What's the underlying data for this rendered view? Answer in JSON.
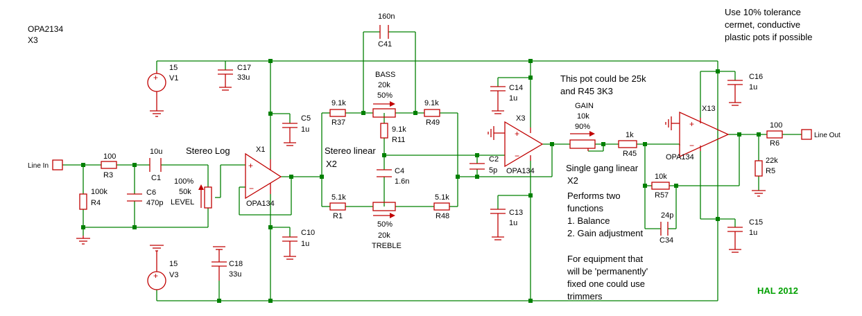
{
  "opamp_type": "OPA2134",
  "opamp_count": "X3",
  "tolerance_note": [
    "Use 10% tolerance",
    "cermet, conductive",
    "plastic pots if possible"
  ],
  "pot25k_note": [
    "This pot could be 25k",
    "and R45 3K3"
  ],
  "stereo_log": "Stereo Log",
  "stereo_linear": "Stereo linear",
  "x2": "X2",
  "single_gang": "Single gang linear",
  "performs": [
    "Performs two",
    "functions",
    "1. Balance",
    "2. Gain adjustment"
  ],
  "equipment": [
    "For equipment that",
    "will be 'permanently'",
    "fixed one could use",
    "trimmers"
  ],
  "author": "HAL 2012",
  "line_in": "Line In",
  "line_out": "Line Out",
  "components": {
    "v1": {
      "value": "15",
      "ref": "V1"
    },
    "v3": {
      "value": "15",
      "ref": "V3"
    },
    "c17": {
      "ref": "C17",
      "value": "33u"
    },
    "c18": {
      "ref": "C18",
      "value": "33u"
    },
    "c5": {
      "ref": "C5",
      "value": "1u"
    },
    "c10": {
      "ref": "C10",
      "value": "1u"
    },
    "c14": {
      "ref": "C14",
      "value": "1u"
    },
    "c13": {
      "ref": "C13",
      "value": "1u"
    },
    "c16": {
      "ref": "C16",
      "value": "1u"
    },
    "c15": {
      "ref": "C15",
      "value": "1u"
    },
    "r3": {
      "ref": "R3",
      "value": "100"
    },
    "r4": {
      "ref": "R4",
      "value": "100k"
    },
    "c1": {
      "ref": "C1",
      "value": "10u"
    },
    "c6": {
      "ref": "C6",
      "value": "470p"
    },
    "level": {
      "percent": "100%",
      "value": "50k",
      "ref": "LEVEL"
    },
    "x1": {
      "ref": "X1",
      "type": "OPA134"
    },
    "x3": {
      "ref": "X3",
      "type": "OPA134"
    },
    "x13": {
      "ref": "X13",
      "type": "OPA134"
    },
    "c41": {
      "ref": "C41",
      "value": "160n"
    },
    "bass": {
      "ref": "BASS",
      "value": "20k",
      "percent": "50%"
    },
    "r37": {
      "ref": "R37",
      "value": "9.1k"
    },
    "r49": {
      "ref": "R49",
      "value": "9.1k"
    },
    "r11": {
      "ref": "R11",
      "value": "9.1k"
    },
    "c4": {
      "ref": "C4",
      "value": "1.6n"
    },
    "r1": {
      "ref": "R1",
      "value": "5.1k"
    },
    "r48": {
      "ref": "R48",
      "value": "5.1k"
    },
    "treble": {
      "ref": "TREBLE",
      "value": "20k",
      "percent": "50%"
    },
    "c2": {
      "ref": "C2",
      "value": "5p"
    },
    "gain": {
      "ref": "GAIN",
      "value": "10k",
      "percent": "90%"
    },
    "r45": {
      "ref": "R45",
      "value": "1k"
    },
    "r57": {
      "ref": "R57",
      "value": "10k"
    },
    "c34": {
      "ref": "C34",
      "value": "24p"
    },
    "r6": {
      "ref": "R6",
      "value": "100"
    },
    "r5": {
      "ref": "R5",
      "value": "22k"
    }
  }
}
